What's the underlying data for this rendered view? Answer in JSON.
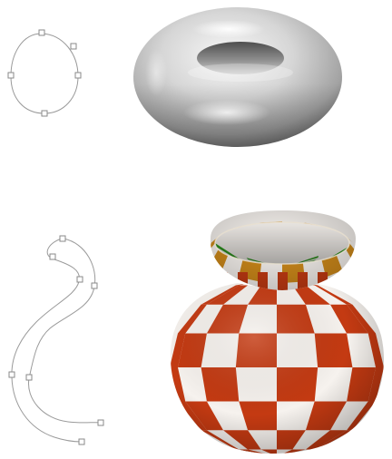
{
  "colors": {
    "background": "#ffffff",
    "profile_line": "#9a9a9a",
    "control_point": "#8a8a8a",
    "torus_light": "#f4f4f4",
    "torus_mid": "#b4b4b4",
    "torus_dark": "#6a6a6a",
    "checker_red": "#c43a12",
    "checker_white": "#f6f2ee",
    "checker_green": "#2f9a1f",
    "checker_orange": "#cf8a1a"
  },
  "figures": [
    {
      "profile": "closed-oval-profile-curve",
      "surface": "torus-surface-of-revolution",
      "material": "grey-shaded"
    },
    {
      "profile": "open-s-profile-curve",
      "surface": "vase-surface-of-revolution",
      "material": "checkerboard-textured"
    }
  ]
}
